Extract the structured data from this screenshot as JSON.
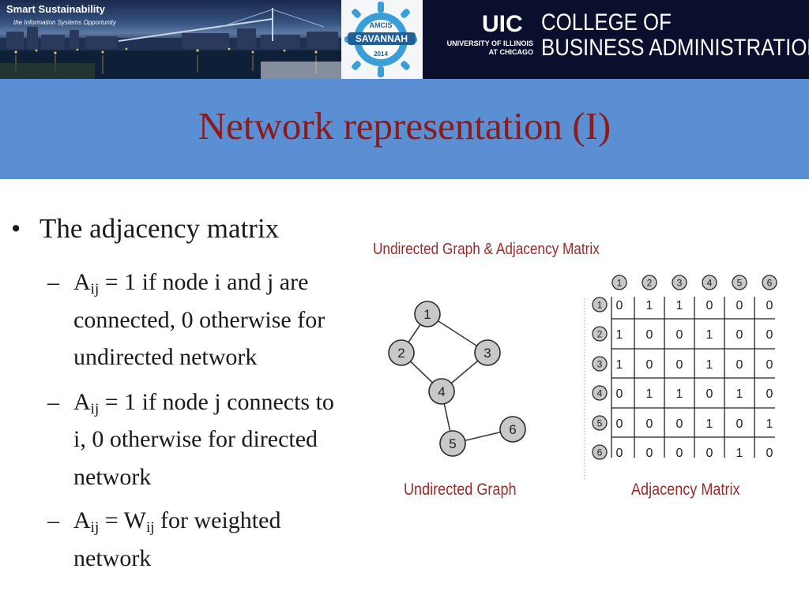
{
  "banner": {
    "photo_title": "Smart Sustainability",
    "photo_subtitle": "the Information Systems Opportunity",
    "amcis_top": "AMCIS",
    "amcis_ribbon": "SAVANNAH",
    "amcis_year": "2014",
    "uic_mark": "UIC",
    "uic_univ_line1": "UNIVERSITY OF ILLINOIS",
    "uic_univ_line2": "AT CHICAGO",
    "uic_college_line1": "COLLEGE OF",
    "uic_college_line2": "BUSINESS ADMINISTRATION"
  },
  "slide": {
    "title": "Network representation (I)",
    "bullet": "The adjacency matrix",
    "items": [
      {
        "lines": [
          {
            "pre": "A",
            "sub": "ij",
            "post": " = 1 if node i and j are"
          },
          {
            "text": "connected, 0 otherwise for"
          },
          {
            "text": "undirected network"
          }
        ]
      },
      {
        "lines": [
          {
            "pre": "A",
            "sub": "ij",
            "post": " = 1 if node j connects to"
          },
          {
            "text": "i, 0 otherwise for directed"
          },
          {
            "text": "network"
          }
        ]
      },
      {
        "lines": [
          {
            "pre": "A",
            "sub": "ij",
            "mid": " = W",
            "sub2": "ij",
            "post": " for weighted"
          },
          {
            "text": "network"
          }
        ]
      }
    ]
  },
  "figure": {
    "title": "Undirected Graph & Adjacency Matrix",
    "graph_caption": "Undirected Graph",
    "matrix_caption": "Adjacency Matrix",
    "accent_color": "#9b2a2a",
    "node_color": "#c8c8c8",
    "nodes": [
      "1",
      "2",
      "3",
      "4",
      "5",
      "6"
    ],
    "edges": [
      [
        "1",
        "2"
      ],
      [
        "1",
        "3"
      ],
      [
        "2",
        "4"
      ],
      [
        "3",
        "4"
      ],
      [
        "4",
        "5"
      ],
      [
        "5",
        "6"
      ]
    ],
    "col_headers": [
      "1",
      "2",
      "3",
      "4",
      "5",
      "6"
    ],
    "row_headers": [
      "1",
      "2",
      "3",
      "4",
      "5",
      "6"
    ],
    "matrix": [
      [
        "0",
        "1",
        "1",
        "0",
        "0",
        "0"
      ],
      [
        "1",
        "0",
        "0",
        "1",
        "0",
        "0"
      ],
      [
        "1",
        "0",
        "0",
        "1",
        "0",
        "0"
      ],
      [
        "0",
        "1",
        "1",
        "0",
        "1",
        "0"
      ],
      [
        "0",
        "0",
        "0",
        "1",
        "0",
        "1"
      ],
      [
        "0",
        "0",
        "0",
        "0",
        "1",
        "0"
      ]
    ]
  }
}
